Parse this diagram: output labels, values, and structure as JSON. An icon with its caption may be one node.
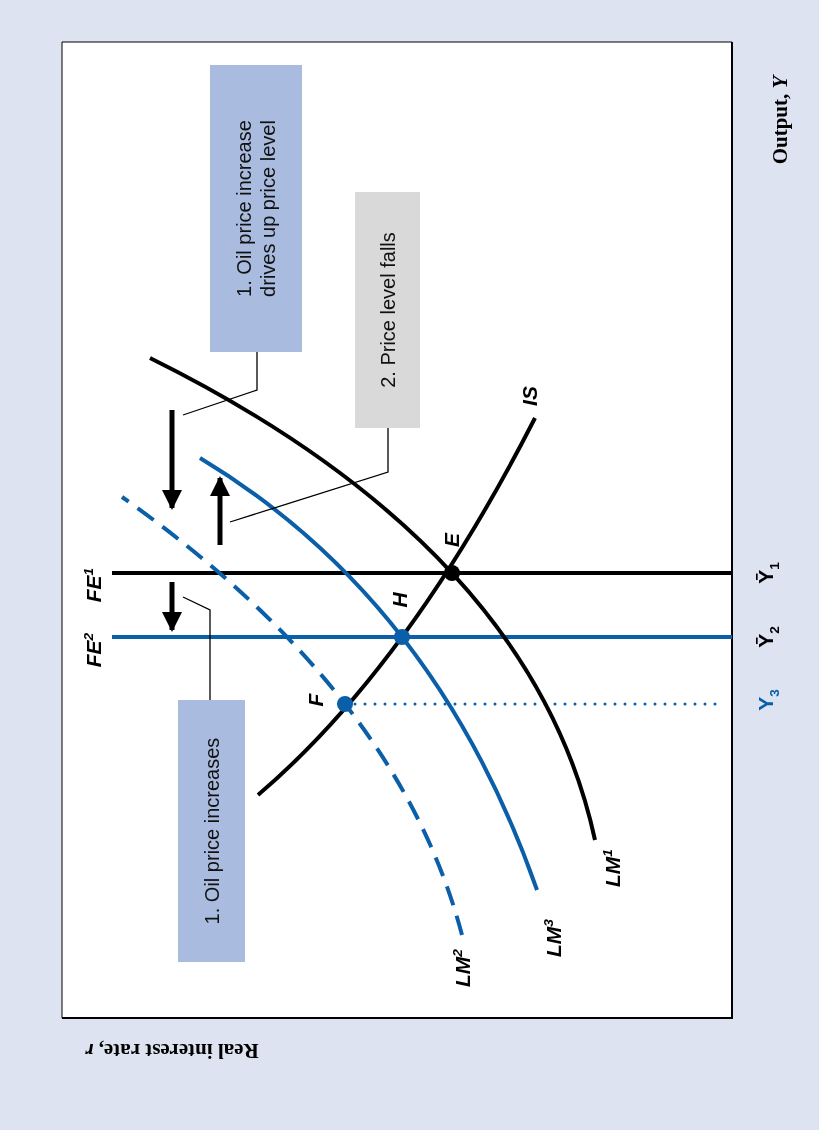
{
  "diagram": {
    "nodes": [
      {
        "text": [
          "1. Oil price increase drives up price level"
        ]
      },
      {
        "text": [
          "2. Price level falls"
        ]
      },
      {
        "text": [
          "1. Oil price increases"
        ]
      }
    ],
    "edges": [
      {
        "from": 0,
        "to": null,
        "arrow": "none"
      },
      {
        "from": 1,
        "to": null,
        "arrow": "none"
      },
      {
        "from": 2,
        "to": null,
        "arrow": "none"
      }
    ],
    "labels": [
      "Real interest rate, *r*",
      "FE$^{1}$",
      "FE$^{2}$",
      "E",
      "H",
      "F",
      "IS",
      "LM$^{1}$",
      "LM$^{3}$",
      "LM$^{2}$",
      "Ȳ$_{1}$",
      "Ȳ$_{2}$",
      "Y$_{3}$",
      "Output, *Y*"
    ]
  }
}
